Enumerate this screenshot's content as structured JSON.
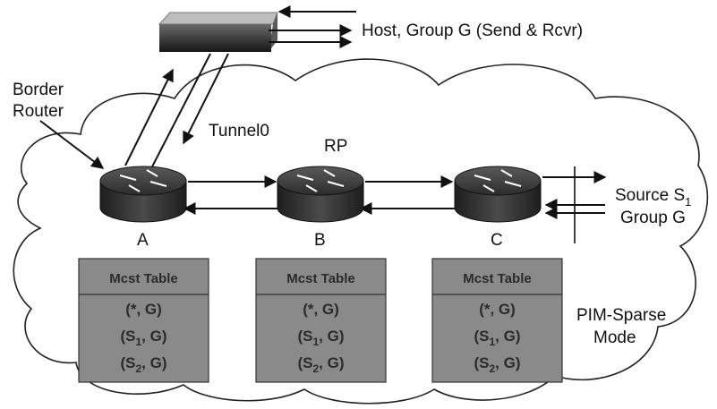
{
  "host_label": "Host, Group G (Send & Rcvr)",
  "border_router_label": [
    "Border",
    "Router"
  ],
  "tunnel_label": "Tunnel0",
  "rp_label": "RP",
  "routers": [
    {
      "id": "A",
      "label": "A"
    },
    {
      "id": "B",
      "label": "B"
    },
    {
      "id": "C",
      "label": "C"
    }
  ],
  "source_label": {
    "main": "Source S",
    "sub": "1"
  },
  "group_label": "Group G",
  "mode_label": [
    "PIM-Sparse",
    "Mode"
  ],
  "mroute_tables": [
    {
      "title": "Mcst Table",
      "rows": [
        {
          "main": "(*, G)",
          "sub": ""
        },
        {
          "main": "(S",
          "sub": "1",
          "tail": ", G)"
        },
        {
          "main": "(S",
          "sub": "2",
          "tail": ", G)"
        }
      ]
    },
    {
      "title": "Mcst Table",
      "rows": [
        {
          "main": "(*, G)",
          "sub": ""
        },
        {
          "main": "(S",
          "sub": "1",
          "tail": ", G)"
        },
        {
          "main": "(S",
          "sub": "2",
          "tail": ", G)"
        }
      ]
    },
    {
      "title": "Mcst Table",
      "rows": [
        {
          "main": "(*, G)",
          "sub": ""
        },
        {
          "main": "(S",
          "sub": "1",
          "tail": ", G)"
        },
        {
          "main": "(S",
          "sub": "2",
          "tail": ", G)"
        }
      ]
    }
  ],
  "colors": {
    "cloud_fill": "#ffffff",
    "cloud_stroke": "#222222",
    "router_body": "#3a3a3a",
    "table_fill": "#8a8a8a"
  }
}
